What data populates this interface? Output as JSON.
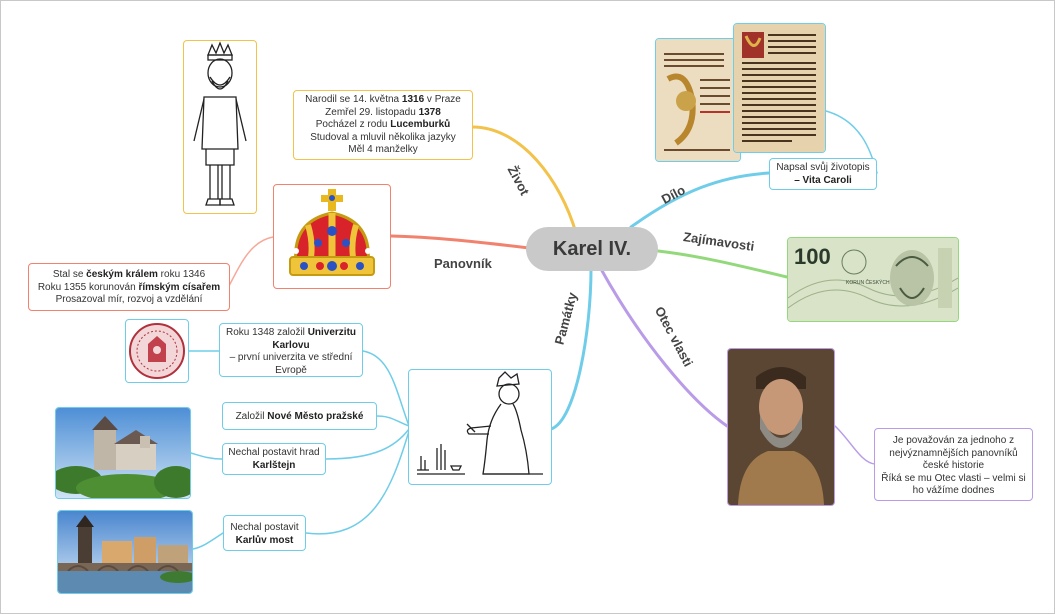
{
  "central": {
    "label": "Karel IV."
  },
  "branches": {
    "zivot": {
      "label": "Život",
      "color": "#f2c24b"
    },
    "panovnik": {
      "label": "Panovník",
      "color": "#f1826d"
    },
    "pamatky": {
      "label": "Památky",
      "color": "#6fcde9"
    },
    "dilo": {
      "label": "Dílo",
      "color": "#6fcde9"
    },
    "zajimavosti": {
      "label": "Zajímavosti",
      "color": "#93d97c"
    },
    "otec": {
      "label": "Otec vlasti",
      "color": "#b99be8"
    }
  },
  "zivot_node": {
    "l1a": "Narodil se 14. května ",
    "l1b": "1316",
    "l1c": " v Praze",
    "l2a": "Zemřel 29. listopadu ",
    "l2b": "1378",
    "l3a": "Pocházel z rodu ",
    "l3b": "Lucemburků",
    "l4": "Studoval a mluvil několika jazyky",
    "l5": "Měl 4 manželky"
  },
  "panovnik_node": {
    "l1a": "Stal se ",
    "l1b": "českým králem",
    "l1c": " roku 1346",
    "l2a": "Roku 1355 korunován ",
    "l2b": "římským císařem",
    "l3": "Prosazoval mír, rozvoj a vzdělání"
  },
  "pamatky_nodes": {
    "univerzita": {
      "a": "Roku 1348 založil ",
      "b": "Univerzitu Karlovu",
      "c": "– první univerzita ve střední Evropě"
    },
    "mesto": {
      "a": "Založil ",
      "b": "Nové Město pražské"
    },
    "karlstejn": {
      "a": "Nechal postavit hrad ",
      "b": "Karlštejn"
    },
    "most": {
      "a": "Nechal postavit ",
      "b": "Karlův most"
    }
  },
  "dilo_node": {
    "a": "Napsal svůj životopis",
    "b": "– Vita Caroli"
  },
  "otec_node": {
    "l1": "Je považován za jednoho z nejvýznamnějších panovníků české historie",
    "l2": "Říká se mu Otec vlasti – velmi si ho vážíme dodnes"
  },
  "banknote": {
    "value": "100",
    "text": "KORUN ČESKÝCH"
  }
}
